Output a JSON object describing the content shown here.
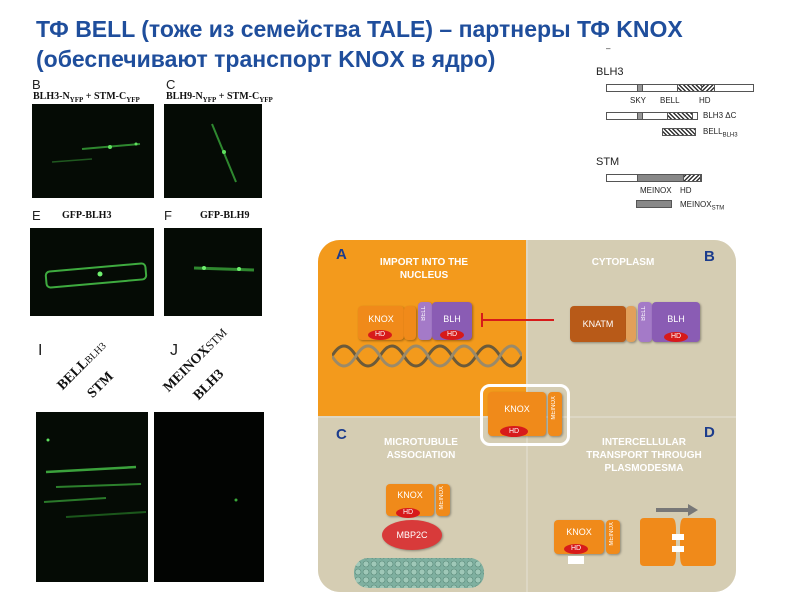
{
  "title": {
    "line1": "ТФ BELL (тоже из семейства TALE) – партнеры ТФ KNOX",
    "line2": "(обеспечивают транспорт KNOX в ядро)"
  },
  "micrographs": {
    "B": {
      "letter": "B",
      "caption_main": "BLH3-N",
      "caption_sub": "YFP",
      "caption_mid": " + STM-C",
      "caption_sub2": "YFP"
    },
    "C": {
      "letter": "C",
      "caption_main": "BLH9-N",
      "caption_sub": "YFP",
      "caption_mid": " + STM-C",
      "caption_sub2": "YFP"
    },
    "E": {
      "letter": "E",
      "caption": "GFP-BLH3"
    },
    "F": {
      "letter": "F",
      "caption": "GFP-BLH9"
    },
    "I": {
      "letter": "I",
      "caption_top": "BELL",
      "caption_top_sub": "BLH3",
      "caption_bottom": "STM"
    },
    "J": {
      "letter": "J",
      "caption_top": "MEINOX",
      "caption_top_sub": "STM",
      "caption_bottom": "BLH3"
    }
  },
  "schematic": {
    "blh3": {
      "name": "BLH3",
      "domains": [
        "SKY",
        "BELL",
        "HD"
      ],
      "delta_c": "BLH3 ΔC",
      "bell_label": "BELL",
      "bell_sub": "BLH3"
    },
    "stm": {
      "name": "STM",
      "domains": [
        "MEINOX",
        "HD"
      ],
      "meinox_label": "MEINOX",
      "meinox_sub": "STM"
    },
    "tick": "–"
  },
  "diagram": {
    "quadrants": [
      {
        "letter": "A",
        "label": "IMPORT INTO THE NUCLEUS",
        "color": "#f39a1c"
      },
      {
        "letter": "B",
        "label": "CYTOPLASM",
        "color": "#d5cdb3"
      },
      {
        "letter": "C",
        "label": "MICROTUBULE ASSOCIATION",
        "color": "#d5cdb3"
      },
      {
        "letter": "D",
        "label": "INTERCELLULAR TRANSPORT THROUGH PLASMODESMA",
        "color": "#d5cdb3"
      }
    ],
    "proteins": {
      "knox": "KNOX",
      "hd": "HD",
      "bell": "BELL",
      "blh": "BLH",
      "knatm": "KNATM",
      "meinox": "MEINOX",
      "mbp2c": "MBP2C"
    },
    "colors": {
      "knox_orange": "#f08a1a",
      "blh_purple": "#8a5cb4",
      "knatm_brown": "#b85a18",
      "hd_red": "#d71a1a",
      "mbp2c_red": "#d83a3a",
      "title_blue": "#1f4e9c"
    }
  }
}
